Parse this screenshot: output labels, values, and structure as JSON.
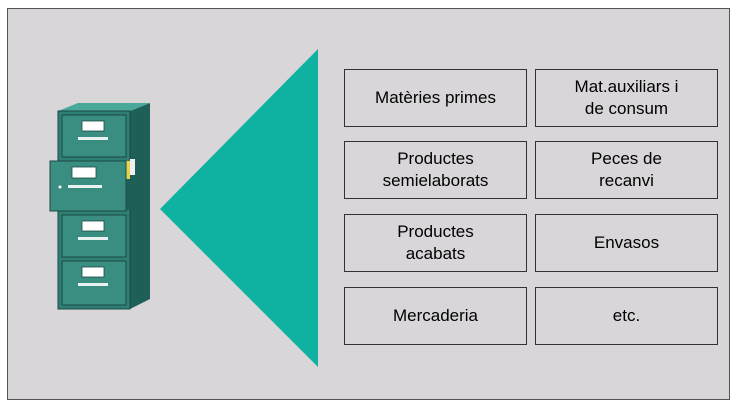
{
  "colors": {
    "background": "#d9d6d9",
    "wedge": "#0fb2a0",
    "cabinet": "#2f7f74",
    "box_border": "#333333"
  },
  "icons": [
    "filing-cabinet-icon"
  ],
  "categories": [
    "Matèries primes",
    "Mat.auxiliars i\nde consum",
    "Productes\nsemielaborats",
    "Peces de\nrecanvi",
    "Productes\nacabats",
    "Envasos",
    "Mercaderia",
    "etc."
  ]
}
